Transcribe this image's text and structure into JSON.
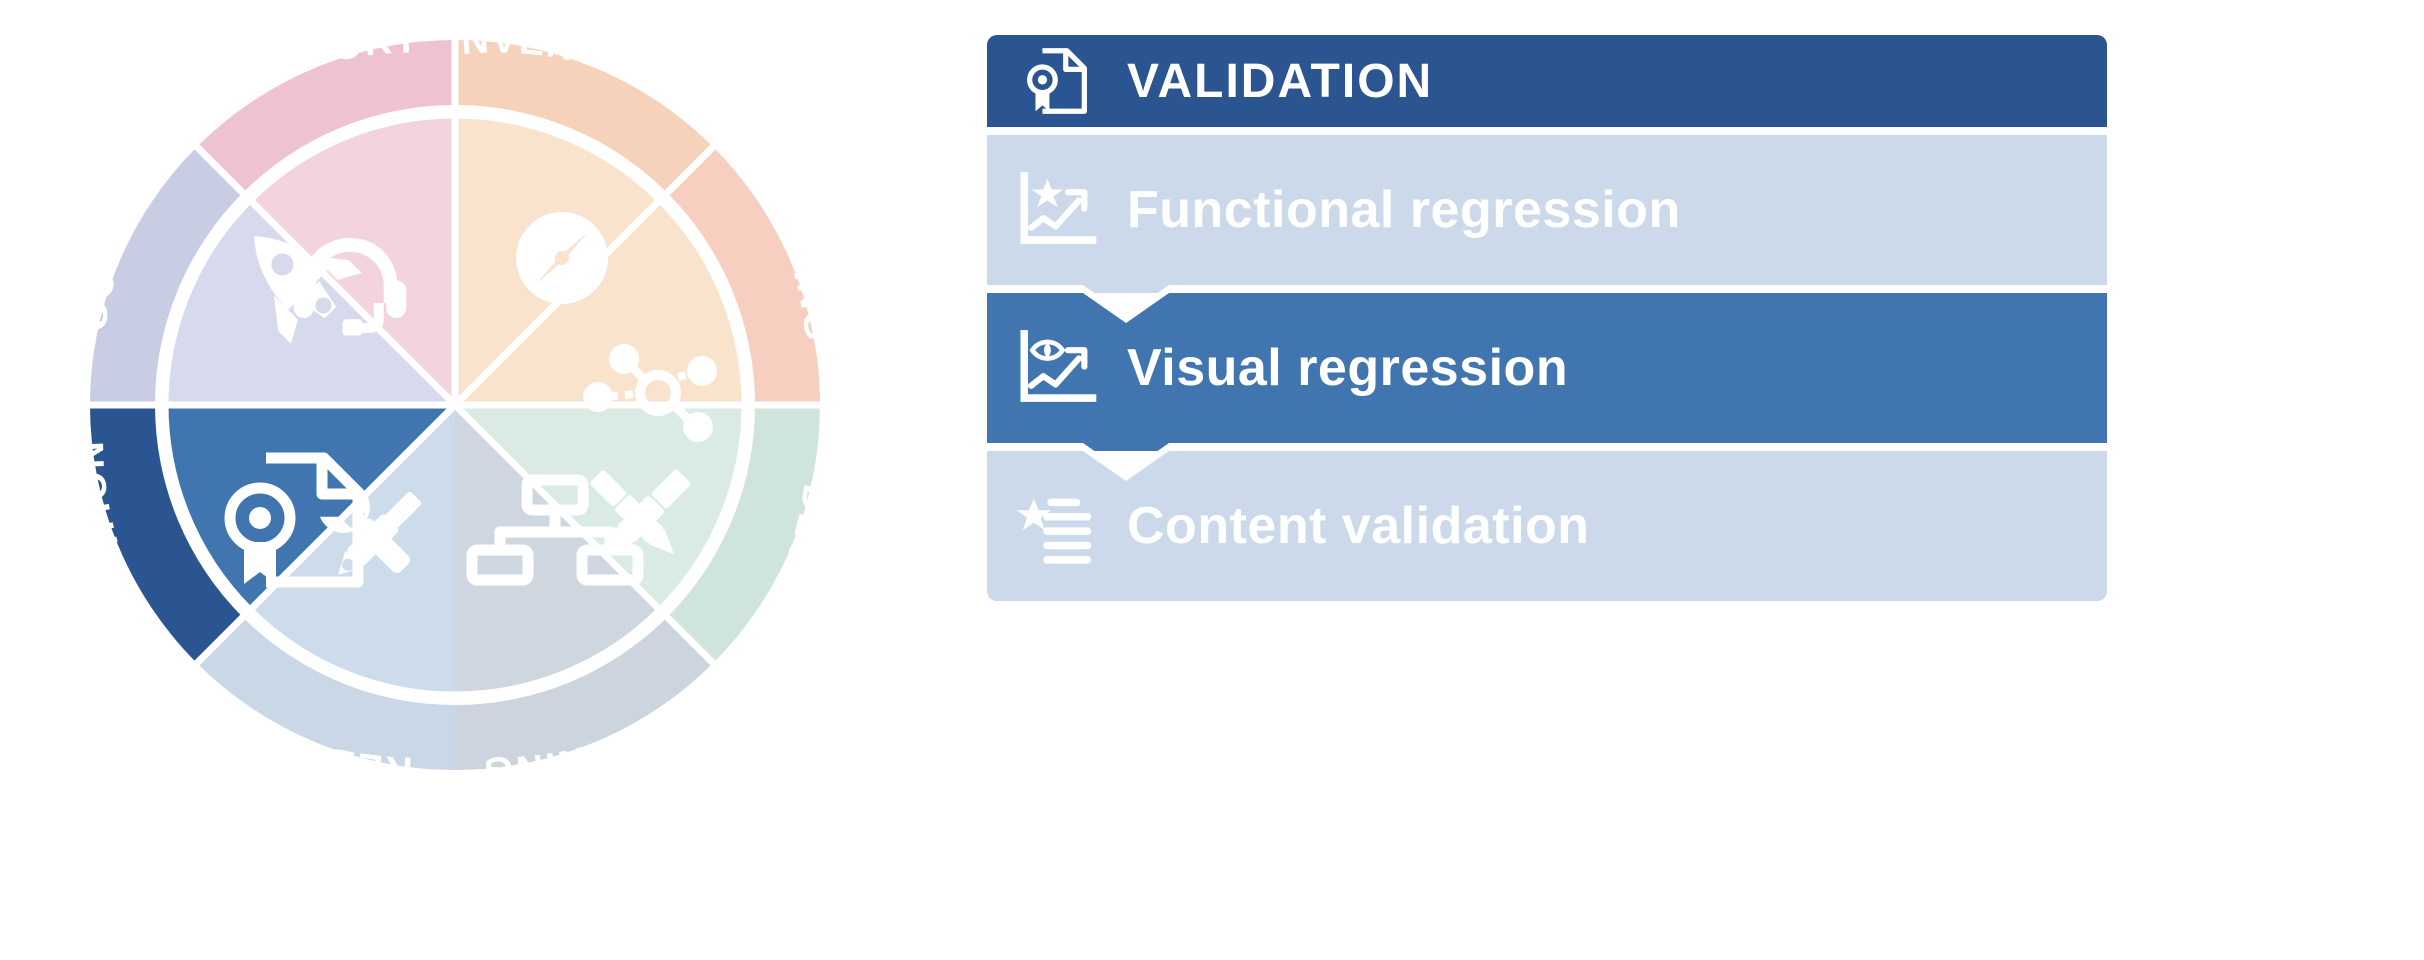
{
  "wheel": {
    "segments": [
      {
        "label": "SUPPORT",
        "ring_color": "#eec3cf",
        "inner_color": "#f3d3dc",
        "icon": "headset-icon"
      },
      {
        "label": "INVENTORISE",
        "ring_color": "#f7d2bb",
        "inner_color": "#fae3cd",
        "icon": "compass-icon"
      },
      {
        "label": "MAPPING",
        "ring_color": "#f6cfc0",
        "inner_color": "#fae3cd",
        "icon": "network-nodes-icon"
      },
      {
        "label": "DESIGN",
        "ring_color": "#cfe5dc",
        "inner_color": "#d9ebe2",
        "icon": "pencil-brush-icon"
      },
      {
        "label": "PLANNING",
        "ring_color": "#ccd4dd",
        "inner_color": "#ced7e0",
        "icon": "org-chart-icon"
      },
      {
        "label": "REBUILD",
        "ring_color": "#c9d7e6",
        "inner_color": "#ccdceb",
        "icon": "tools-icon"
      },
      {
        "label": "VALIDATION",
        "ring_color": "#2a5590",
        "inner_color": "#4175b0",
        "icon": "certificate-document-icon"
      },
      {
        "label": "GO LIVE",
        "ring_color": "#c9cde4",
        "inner_color": "#d7daec",
        "icon": "rocket-icon"
      }
    ],
    "active_label": "VALIDATION"
  },
  "panel": {
    "header": {
      "title": "VALIDATION",
      "icon": "certificate-document-icon",
      "color": "#2a5590"
    },
    "rows": [
      {
        "title": "Functional regression",
        "icon": "chart-star-icon",
        "state": "inactive",
        "color": "#ccd9ea"
      },
      {
        "title": "Visual regression",
        "icon": "chart-eye-icon",
        "state": "active",
        "color": "#4175b0"
      },
      {
        "title": "Content validation",
        "icon": "star-list-icon",
        "state": "inactive",
        "color": "#ccd9ea"
      }
    ]
  },
  "colors": {
    "brand_dark_blue": "#2a5590",
    "brand_mid_blue": "#4175b0",
    "brand_light_blue": "#ccd9ea",
    "white": "#ffffff"
  }
}
